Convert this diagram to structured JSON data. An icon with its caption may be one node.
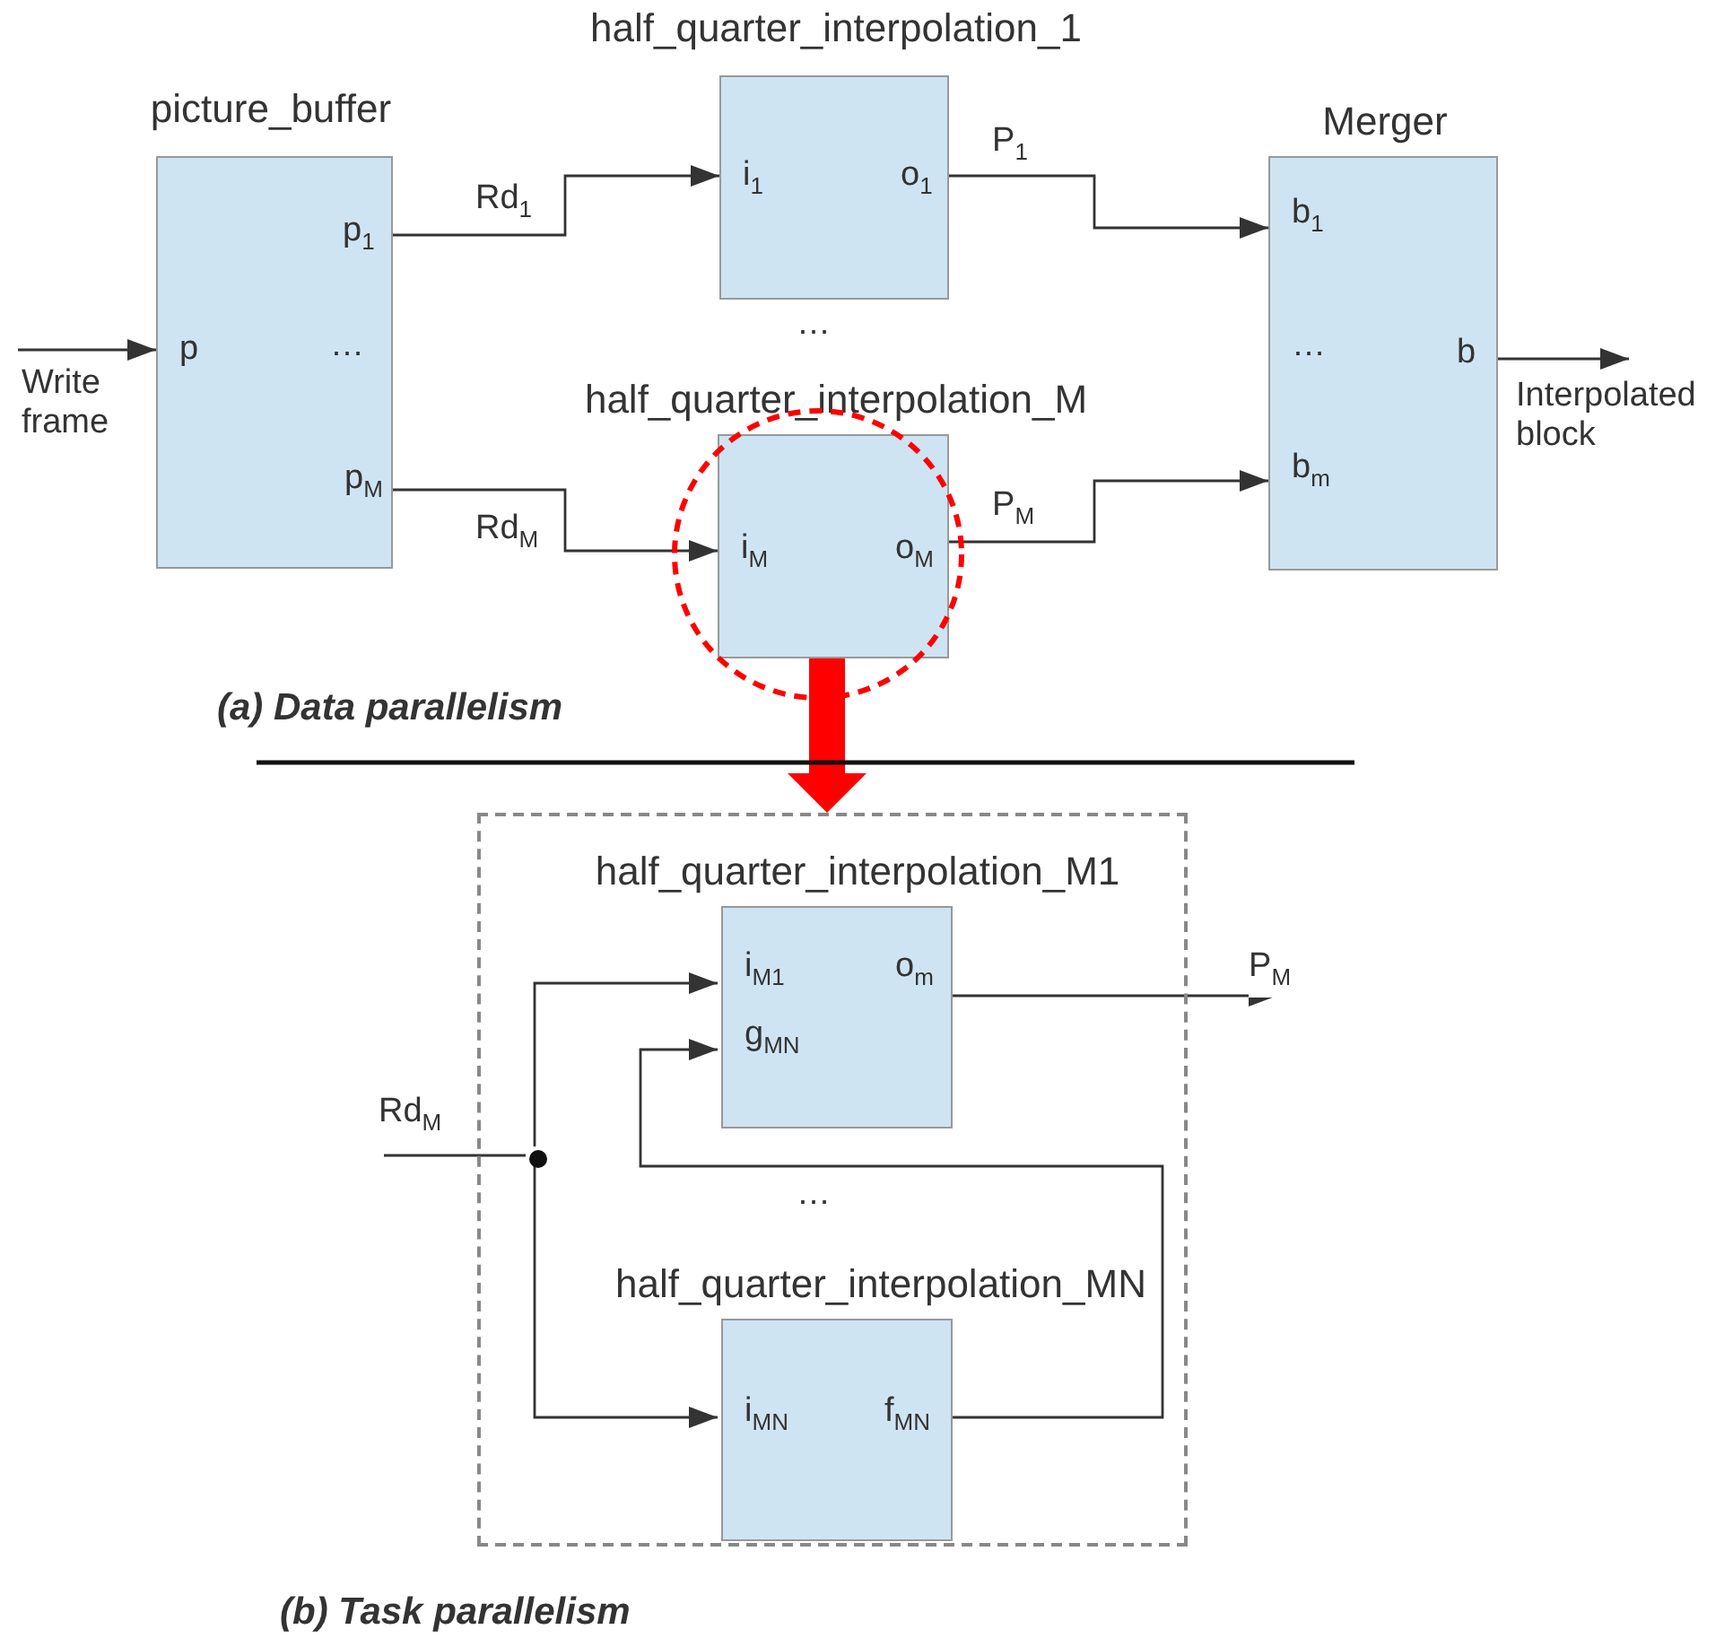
{
  "diagram": {
    "nodes": [
      {
        "text": [
          "picture_buffer",
          "p",
          "p$_{1}$",
          "…",
          "p$_{M}$"
        ]
      },
      {
        "text": [
          "half_quarter_interpolation_1",
          "i$_{1}$",
          "o$_{1}$"
        ]
      },
      {
        "text": [
          "half_quarter_interpolation_M",
          "i$_{M}$",
          "o$_{M}$"
        ]
      },
      {
        "text": [
          "Merger",
          "b$_{1}$",
          "…",
          "b$_{m}$",
          "b"
        ]
      },
      {
        "text": [],
        "shape": "box"
      },
      {
        "text": [
          "half_quarter_interpolation_M1",
          "i$_{M1}$",
          "g$_{MN}$",
          "o$_{m}$"
        ],
        "in": 4
      },
      {
        "text": [
          "half_quarter_interpolation_MN",
          "i$_{MN}$",
          "f$_{MN}$"
        ],
        "in": 4
      },
      {
        "text": [],
        "shape": "circle",
        "in": 4
      }
    ],
    "edges": [
      {
        "from": null,
        "to": 0,
        "arrow": "to",
        "label": "Write frame"
      },
      {
        "from": 0,
        "to": 1,
        "arrow": "to",
        "label": "Rd$_{1}$"
      },
      {
        "from": 0,
        "to": 2,
        "arrow": "to",
        "label": "Rd$_{M}$"
      },
      {
        "from": 1,
        "to": 3,
        "arrow": "to",
        "label": "P$_{1}$"
      },
      {
        "from": 2,
        "to": 3,
        "arrow": "to",
        "label": "P$_{M}$"
      },
      {
        "from": 3,
        "to": null,
        "arrow": "to",
        "label": "Interpolated block"
      },
      {
        "from": 2,
        "to": 4,
        "arrow": "to",
        "style": "thick",
        "color": "#ff0000"
      },
      {
        "from": null,
        "to": 7,
        "arrow": "none",
        "label": "Rd$_{M}$"
      },
      {
        "from": 7,
        "to": 5,
        "arrow": "to"
      },
      {
        "from": 7,
        "to": 6,
        "arrow": "to"
      },
      {
        "from": 6,
        "to": 5,
        "arrow": "to"
      },
      {
        "from": 5,
        "to": null,
        "arrow": "to",
        "label": "P$_{M}$"
      }
    ],
    "labels": [
      "…",
      "(a) Data parallelism",
      "…",
      "(b) Task parallelism"
    ]
  }
}
